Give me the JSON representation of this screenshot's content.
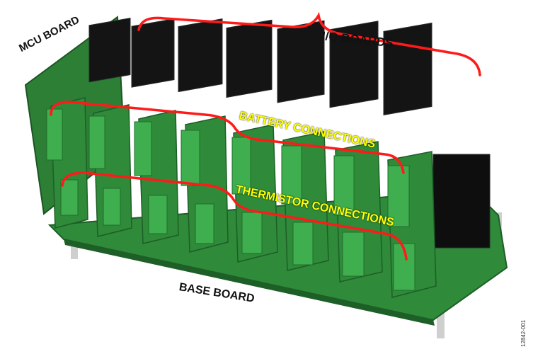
{
  "labels": {
    "io_boards": "I/O BOARDS",
    "mcu_board": "MCU BOARD",
    "battery_connections": "BATTERY CONNECTIONS",
    "thermistor_connections": "THERMISTOR CONNECTIONS",
    "base_board": "BASE BOARD",
    "figure_id": "12842-001"
  },
  "colors": {
    "annotation_line": "#ff1a1a",
    "annotation_text_highlight": "#ffff00",
    "pcb_green": "#2f8a3a",
    "connector_green": "#3fae4f",
    "heatsink_black": "#141414"
  }
}
